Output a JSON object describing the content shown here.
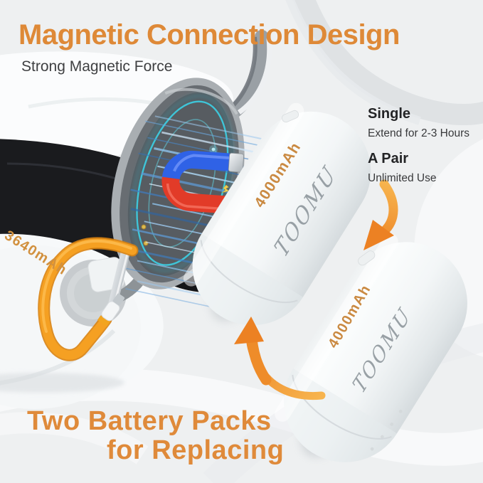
{
  "header": {
    "title": "Magnetic Connection Design",
    "subtitle": "Strong Magnetic Force"
  },
  "usage_options": {
    "single_label": "Single",
    "single_desc": "Extend for 2-3 Hours",
    "pair_label": "A Pair",
    "pair_desc": "Unlimited Use"
  },
  "headset": {
    "battery_capacity": "3640mAh"
  },
  "battery_attached": {
    "capacity": "4000mAh",
    "brand": "TOOMU"
  },
  "battery_spare": {
    "capacity": "4000mAh",
    "brand": "TOOMU"
  },
  "footer": {
    "line1": "Two Battery Packs",
    "line2": "for Replacing"
  },
  "icons": {
    "arrow_down": "curved-arrow-down",
    "arrow_up": "curved-arrow-up",
    "magnet": "horseshoe-magnet",
    "sparks": "electric-spark",
    "field": "magnetic-field-lines"
  },
  "colors": {
    "accent_orange": "#DE8937",
    "cable_orange": "#F5A022",
    "text_dark": "#3F4042",
    "magnet_red": "#E23B28",
    "magnet_blue": "#2F62E6",
    "field_blue": "#5D9AD4",
    "ring_cyan": "#3DCADE",
    "background": "#EEF0F1"
  }
}
